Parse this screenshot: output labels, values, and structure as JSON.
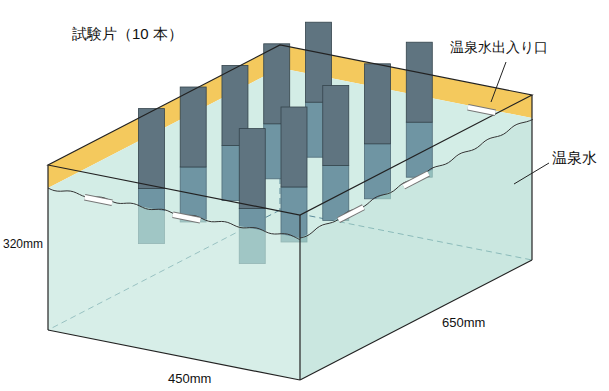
{
  "diagram": {
    "labels": [
      "試験片（10 本）",
      "温泉水出入り口",
      "温泉水",
      "320mm",
      "650mm",
      "450mm"
    ]
  }
}
